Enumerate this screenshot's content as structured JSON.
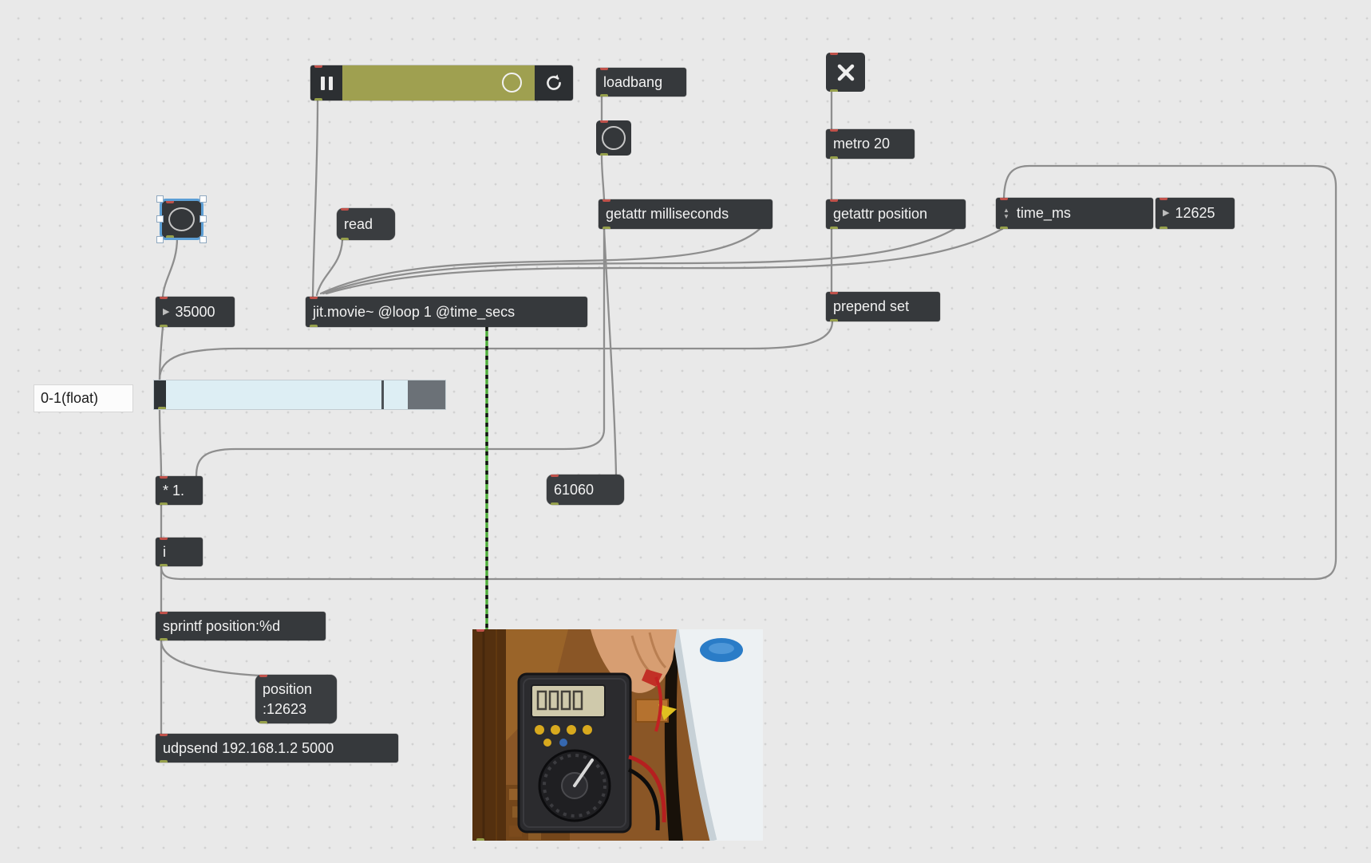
{
  "colors": {
    "canvas_bg": "#e9e9e9",
    "grid_dot": "#d2d2d2",
    "box_bg": "#36393c",
    "box_text": "#f2f2f2",
    "cord_gray": "#8e8e8e",
    "jitter_cord_green": "#4fae3a",
    "playbar_track_olive": "#9fa050",
    "selection_blue": "#5c9fd6",
    "slider_track": "#ddeef4",
    "inlet_red": "#c0514a",
    "outlet_olive": "#96a04b"
  },
  "icons": {
    "number_triangle": "▶",
    "spinner_up": "▲",
    "spinner_down": "▼",
    "pause": "pause-bars",
    "loop": "circular-arrows",
    "toggle_x": "x-cross",
    "bang": "circle"
  },
  "boxes": {
    "loadbang": {
      "label": "loadbang"
    },
    "metro": {
      "label": "metro 20"
    },
    "getattr_milliseconds": {
      "label": "getattr milliseconds"
    },
    "getattr_position": {
      "label": "getattr position"
    },
    "attrui_time_ms": {
      "label": "time_ms",
      "value": "12625"
    },
    "prepend_set": {
      "label": "prepend set"
    },
    "number_box_top": {
      "value": "35000"
    },
    "message_read": {
      "label": "read"
    },
    "jit_movie": {
      "label": "jit.movie~ @loop 1 @time_secs"
    },
    "comment_float_range": {
      "label": "0-1(float)"
    },
    "multiply": {
      "label": "* 1."
    },
    "int_object": {
      "label": "i"
    },
    "message_milliseconds": {
      "label": "61060"
    },
    "sprintf": {
      "label": "sprintf position:%d"
    },
    "message_position": {
      "line1": "position",
      "line2": ":12623"
    },
    "udpsend": {
      "label": "udpsend 192.168.1.2 5000"
    }
  }
}
